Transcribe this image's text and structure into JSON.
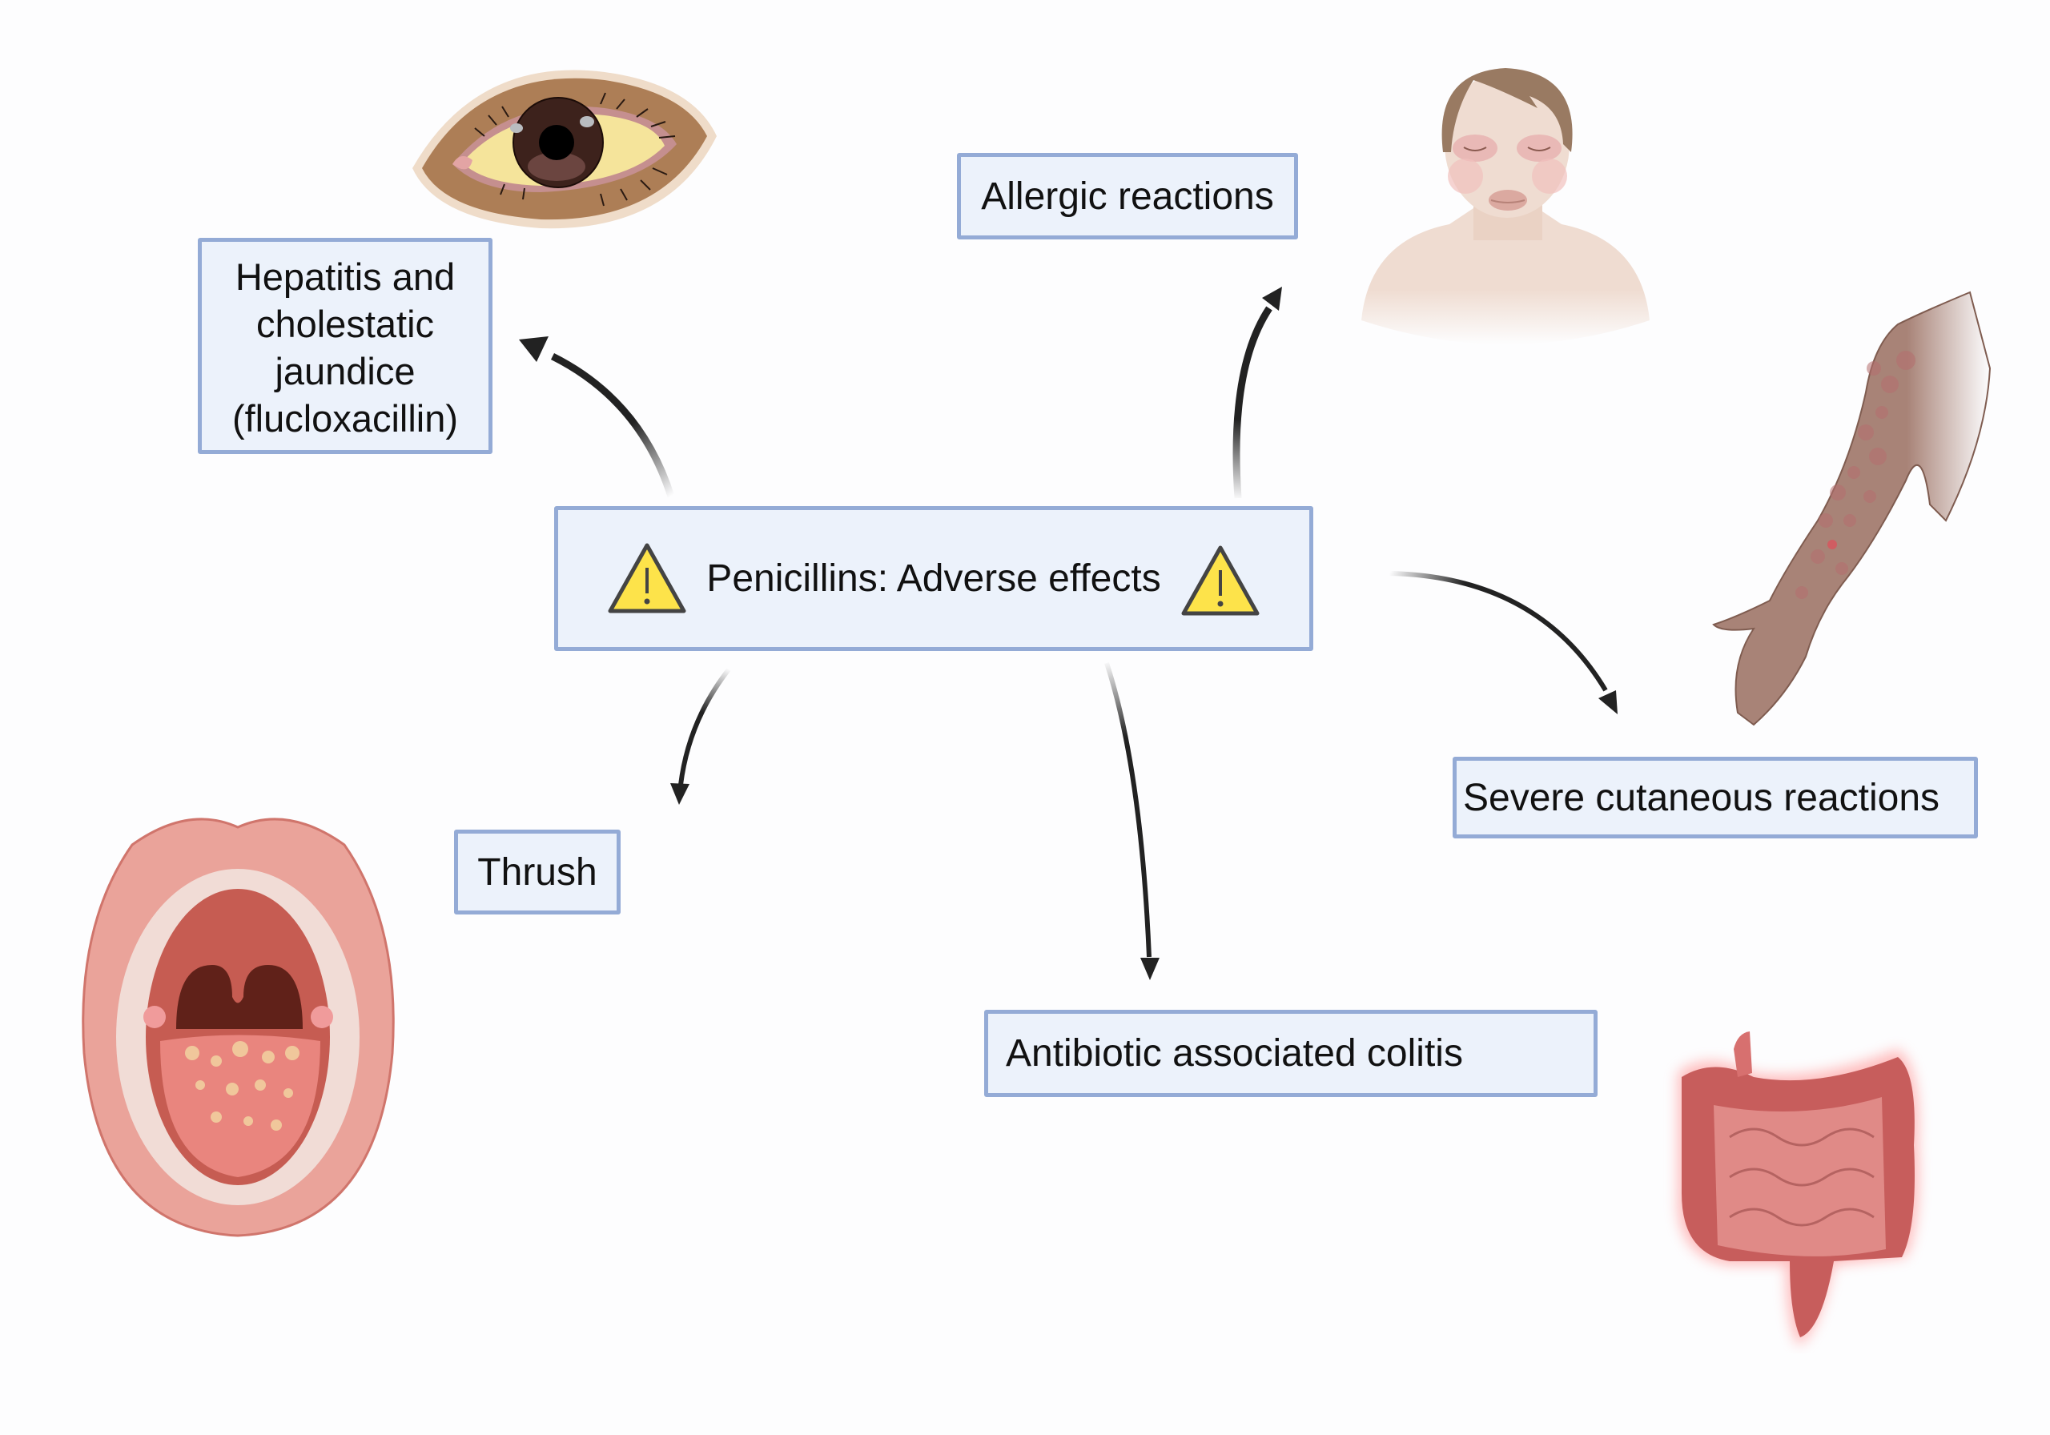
{
  "title": "Penicillins: Adverse effects",
  "center": {
    "label": "Penicillins: Adverse effects",
    "left_icon": "warning-triangle-icon",
    "right_icon": "warning-triangle-icon"
  },
  "effects": [
    {
      "id": "hepatitis",
      "lines": [
        "Hepatitis and",
        "cholestatic",
        "jaundice",
        "(flucloxacillin)"
      ],
      "illustration": "jaundiced-eye"
    },
    {
      "id": "allergic",
      "label": "Allergic reactions",
      "illustration": "swollen-face"
    },
    {
      "id": "thrush",
      "label": "Thrush",
      "illustration": "open-mouth-oral-thrush"
    },
    {
      "id": "severe",
      "label": "Severe cutaneous reactions",
      "illustration": "arm-with-rash"
    },
    {
      "id": "colitis",
      "label": "Antibiotic associated colitis",
      "illustration": "inflamed-intestines"
    }
  ],
  "colors": {
    "box_fill": "#ecf2fb",
    "box_border": "#94abd6",
    "warning_fill": "#fde34a",
    "warning_stroke": "#444444",
    "arrow": "#222222"
  }
}
